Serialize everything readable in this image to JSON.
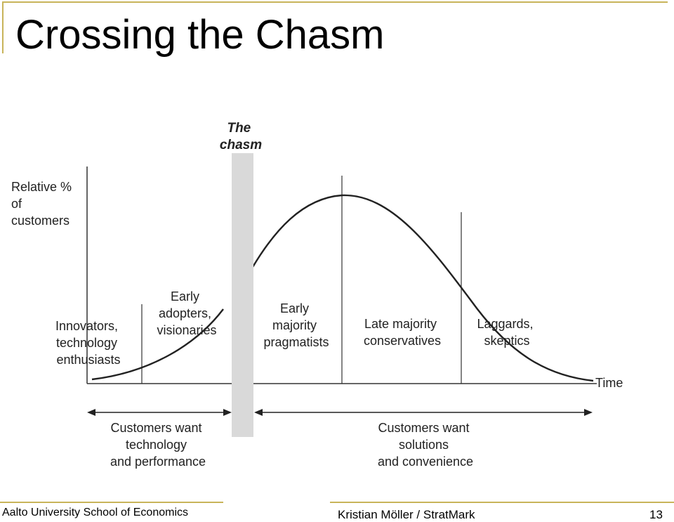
{
  "slide": {
    "title": "Crossing the Chasm"
  },
  "diagram": {
    "chasm_label": [
      "The",
      "chasm"
    ],
    "y_axis_label": [
      "Relative %",
      "of",
      "customers"
    ],
    "x_axis_label": "Time",
    "segments": [
      {
        "name": "innovators",
        "lines": [
          "Innovators,",
          "technology",
          "enthusiasts"
        ]
      },
      {
        "name": "early-adopters",
        "lines": [
          "Early",
          "adopters,",
          "visionaries"
        ]
      },
      {
        "name": "early-majority",
        "lines": [
          "Early",
          "majority",
          "pragmatists"
        ]
      },
      {
        "name": "late-majority",
        "lines": [
          "Late majority",
          "conservatives"
        ]
      },
      {
        "name": "laggards",
        "lines": [
          "Laggards,",
          "skeptics"
        ]
      }
    ],
    "left_needs": [
      "Customers want",
      "technology",
      "and performance"
    ],
    "right_needs": [
      "Customers want",
      "solutions",
      "and convenience"
    ]
  },
  "footer": {
    "school": "Aalto University School of Economics",
    "author": "Kristian Möller / StratMark",
    "page": "13"
  },
  "colors": {
    "accent_rule": "#c8b45a",
    "chasm_bar": "#d9d9d9",
    "ink": "#222222"
  }
}
